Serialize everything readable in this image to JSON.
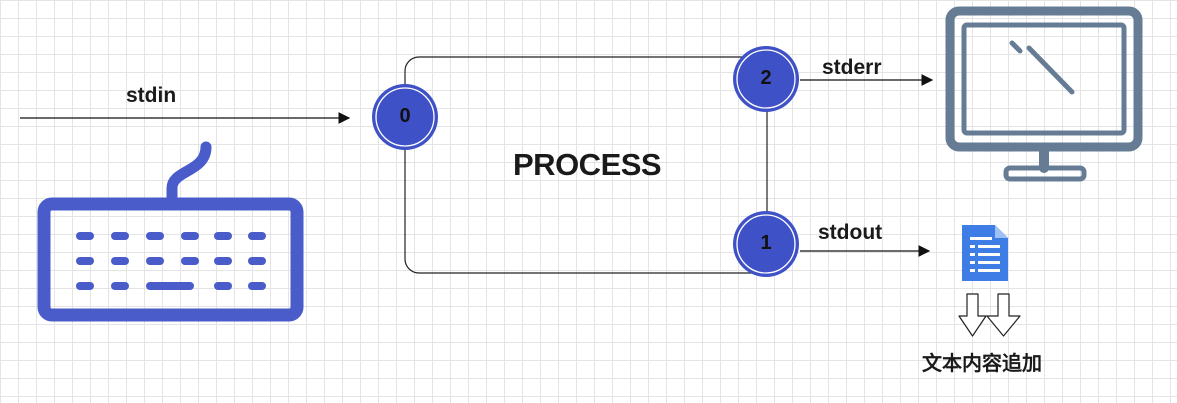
{
  "streams": {
    "stdin": "stdin",
    "stderr": "stderr",
    "stdout": "stdout"
  },
  "process": {
    "label": "PROCESS"
  },
  "descriptors": {
    "fd0": "0",
    "fd1": "1",
    "fd2": "2"
  },
  "file_note": "文本内容追加",
  "icons": [
    "keyboard-icon",
    "monitor-icon",
    "document-icon",
    "down-arrows-icon"
  ],
  "colors": {
    "accent": "#3f51c6",
    "keyboard": "#4a5cc9",
    "monitor": "#667c94",
    "document": "#3f7de6"
  }
}
